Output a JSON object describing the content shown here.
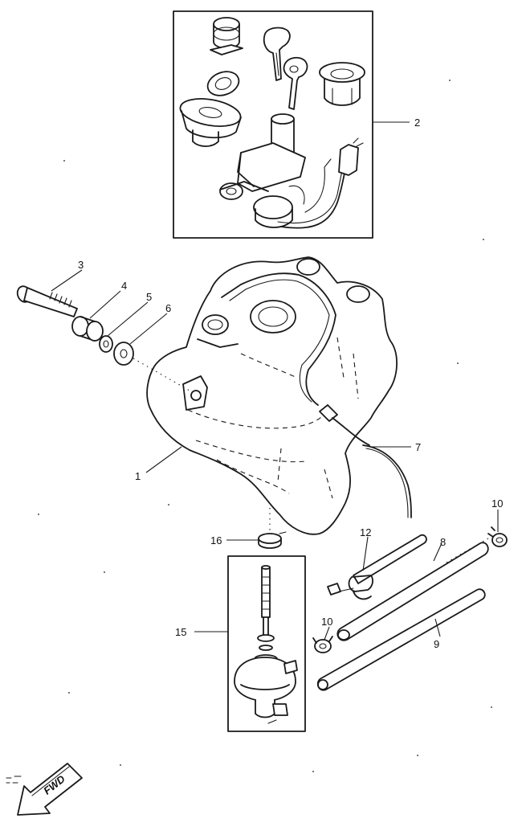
{
  "callouts": {
    "c1": "1",
    "c2": "2",
    "c3": "3",
    "c4": "4",
    "c5": "5",
    "c6": "6",
    "c7": "7",
    "c8": "8",
    "c9": "9",
    "c10a": "10",
    "c10b": "10",
    "c12": "12",
    "c15": "15",
    "c16": "16"
  },
  "direction_badge": "FWD"
}
